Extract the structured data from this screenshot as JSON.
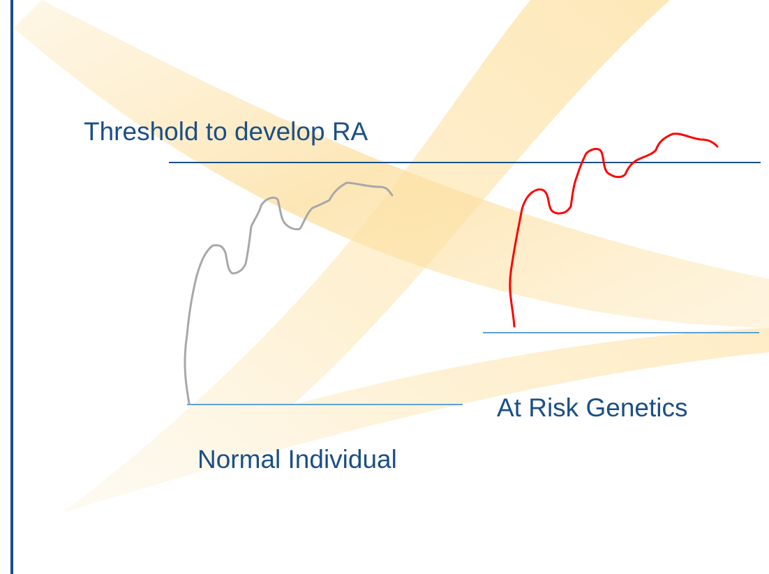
{
  "labels": {
    "threshold": "Threshold to develop RA",
    "at_risk": "At Risk Genetics",
    "normal": "Normal Individual"
  },
  "colors": {
    "threshold_line": "#1a4f86",
    "baseline": "#5fa0d8",
    "normal_curve": "#a8a8a8",
    "at_risk_curve": "#ff0000",
    "left_bar": "#1a4f86",
    "swoosh": "#fbd27a",
    "text": "#1a4f86"
  }
}
